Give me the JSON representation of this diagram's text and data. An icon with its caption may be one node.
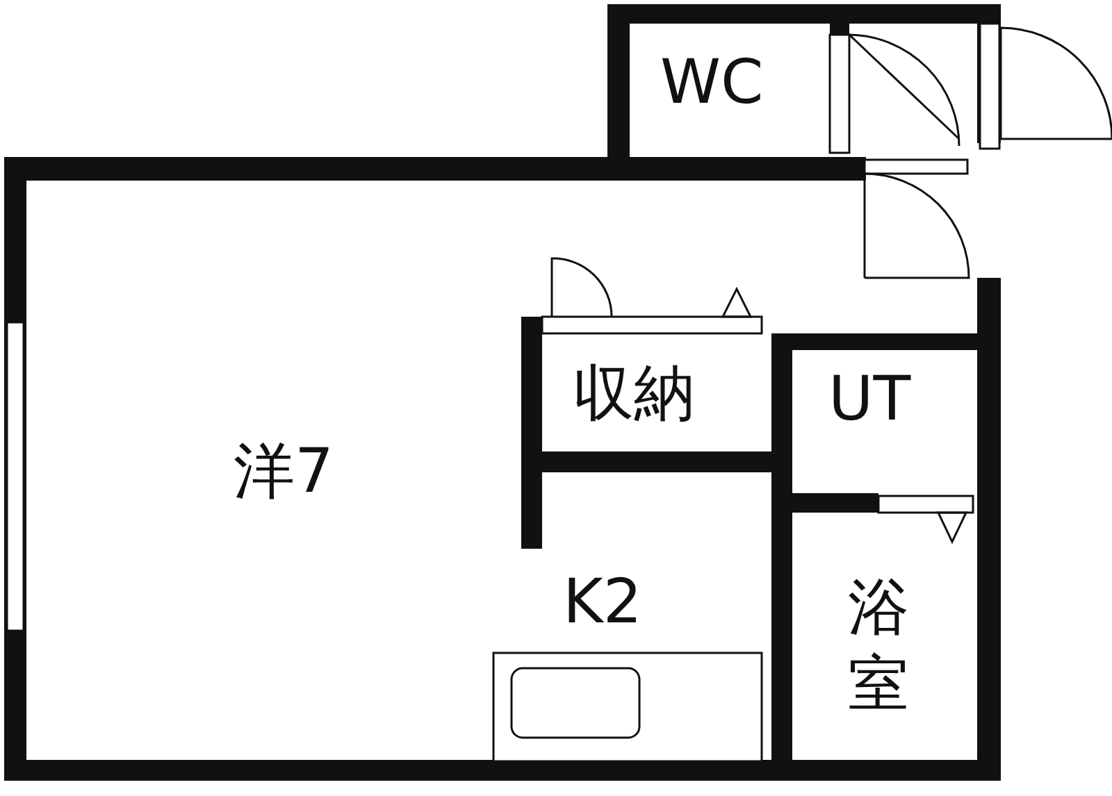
{
  "diagram": {
    "labels": [
      "WC",
      "収納",
      "UT",
      "洋7",
      "K2",
      "浴室"
    ]
  }
}
